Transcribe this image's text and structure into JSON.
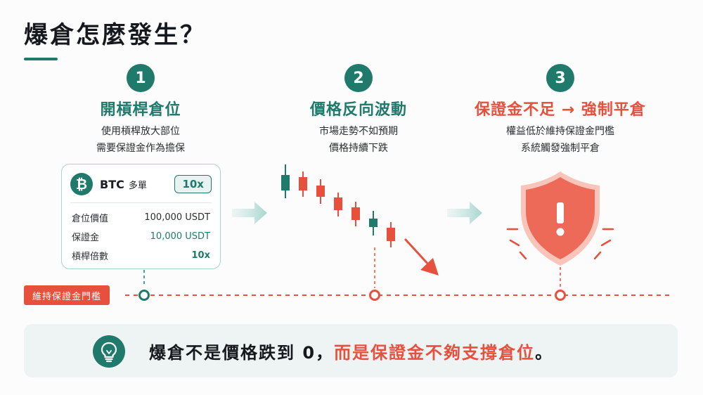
{
  "page_title": "爆倉怎麼發生？",
  "colors": {
    "teal": "#1f7a6c",
    "red": "#e8503e"
  },
  "steps": [
    {
      "number": "1",
      "title": "開槓桿倉位",
      "desc": [
        "使用槓桿放大部位",
        "需要保證金作為擔保"
      ]
    },
    {
      "number": "2",
      "title": "價格反向波動",
      "desc": [
        "市場走勢不如預期",
        "價格持續下跌"
      ]
    },
    {
      "number": "3",
      "title": "保證金不足 → 強制平倉",
      "desc": [
        "權益低於維持保證金門檻",
        "系統觸發強制平倉"
      ]
    }
  ],
  "position_card": {
    "asset": "BTC",
    "side": "多單",
    "leverage_badge": "10x",
    "rows": [
      {
        "label": "倉位價值",
        "value": "100,000 USDT"
      },
      {
        "label": "保證金",
        "value": "10,000 USDT"
      },
      {
        "label": "槓桿倍數",
        "value": "10x"
      }
    ]
  },
  "threshold_label": "維持保證金門檻",
  "callout": {
    "part1": "爆倉不是價格跌到 0，",
    "part2": "而是保證金不夠支撐倉位",
    "end": "。"
  },
  "icons": [
    "btc-icon",
    "arrow-right-icon",
    "trend-down-arrow-icon",
    "shield-alert-icon",
    "lightbulb-icon"
  ]
}
